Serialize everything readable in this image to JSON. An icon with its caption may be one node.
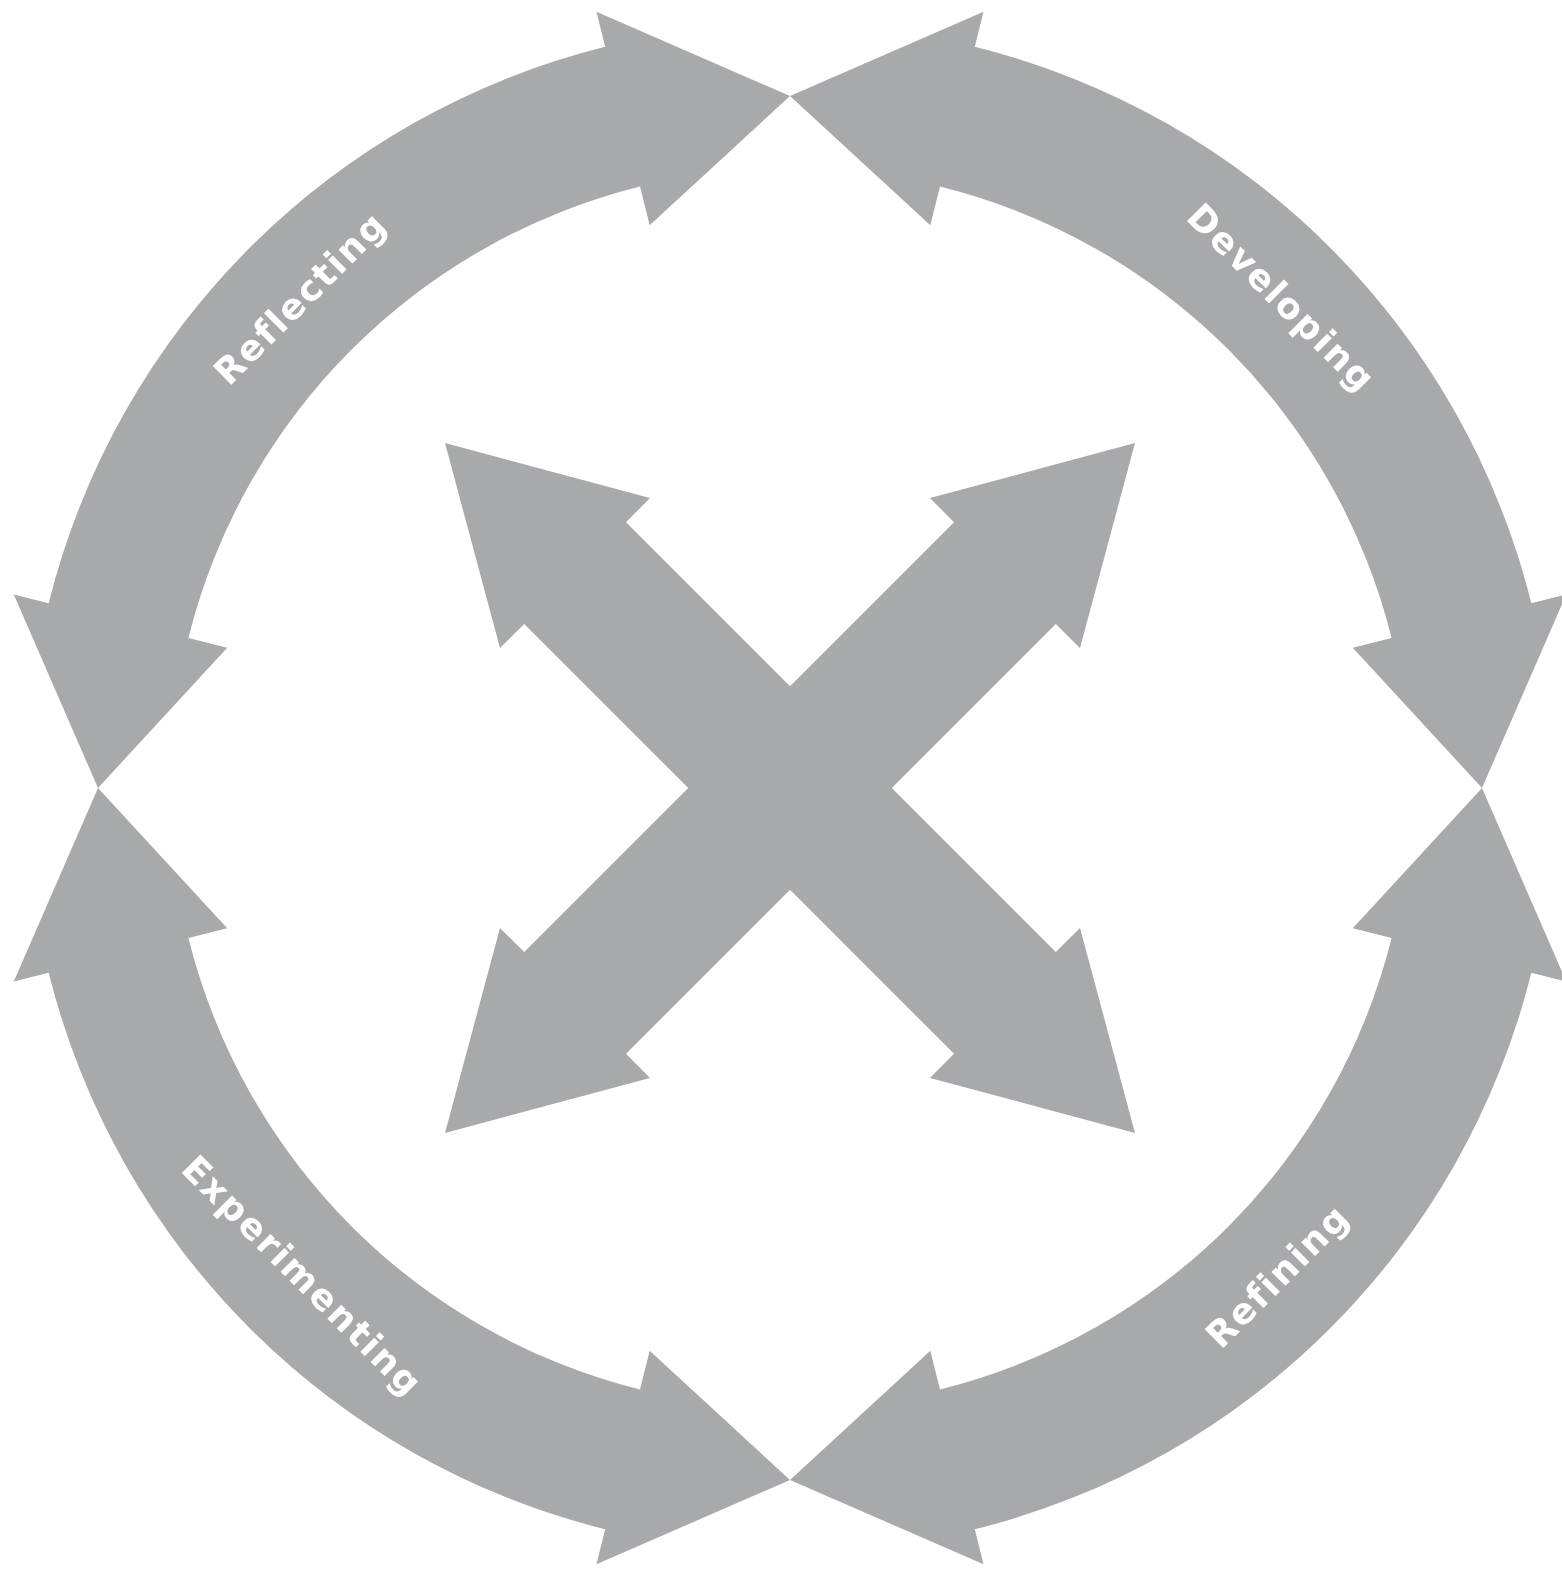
{
  "diagram": {
    "nodes": [
      {
        "text": [
          "Reflecting"
        ]
      },
      {
        "text": [
          "Developing"
        ]
      },
      {
        "text": [
          "Experimenting"
        ]
      },
      {
        "text": [
          "Refining"
        ]
      },
      {
        "text": [],
        "shape": "cross"
      }
    ],
    "edges": []
  }
}
